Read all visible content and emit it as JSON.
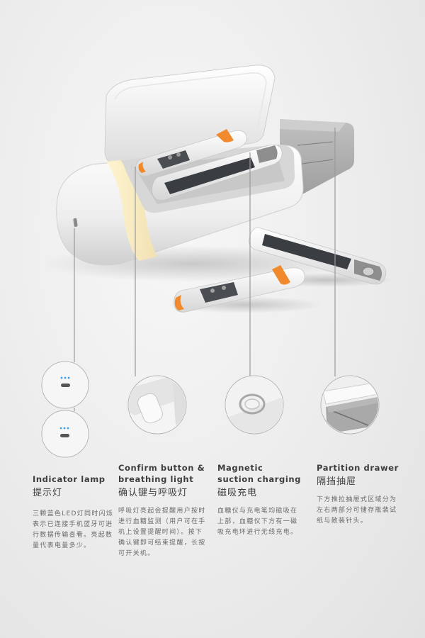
{
  "features": [
    {
      "title_en": "Indicator lamp",
      "title_zh": "提示灯",
      "desc": "三颗蓝色LED灯同时闪烁表示已连接手机蓝牙可进行数据传输查看。亮起数量代表电量多少。"
    },
    {
      "title_en": "Confirm button & breathing light",
      "title_zh": "确认键与呼吸灯",
      "desc": "呼吸灯亮起会提醒用户按时进行血糖监测（用户可在手机上设置提醒时间）。按下确认键即可结束提醒，长按可开关机。"
    },
    {
      "title_en": "Magnetic suction charging",
      "title_zh": "磁吸充电",
      "desc": "血糖仪与充电笔均磁吸在上部，血糖仪下方有一磁吸充电环进行无线充电。"
    },
    {
      "title_en": "Partition drawer",
      "title_zh": "隔挡抽屉",
      "desc": "下方推拉抽屉式区域分为左右两部分可储存瓶装试纸与散装针头。"
    }
  ],
  "colors": {
    "accent_orange": "#f08a2c",
    "led_blue": "#3aa0e8",
    "body_white": "#fafafa",
    "screen_dark": "#3a3d42",
    "drawer_gray": "#9a9a9a"
  },
  "icons": [
    "usb-c-port-icon",
    "led-dots-icon",
    "charging-ring-icon"
  ]
}
